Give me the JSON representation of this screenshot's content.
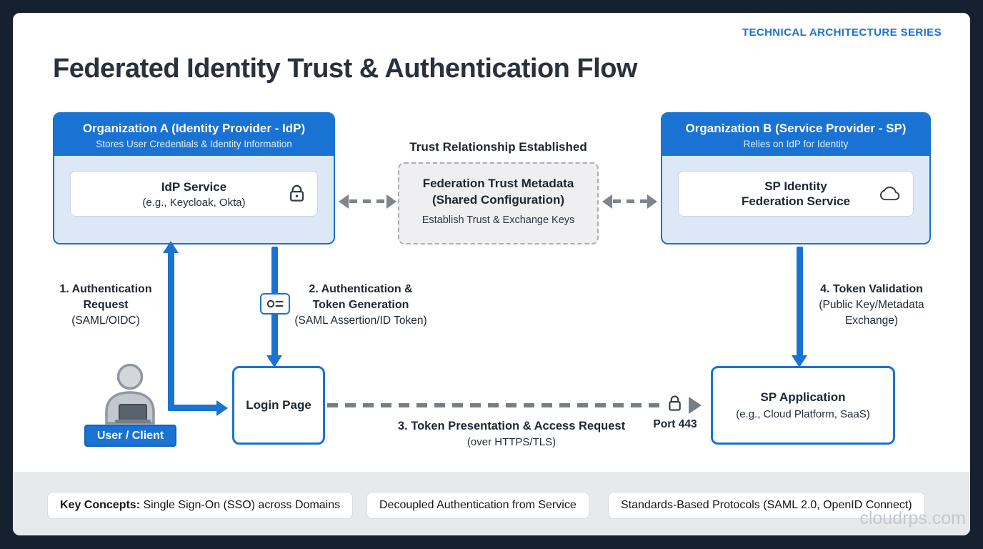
{
  "colors": {
    "accent_blue": "#1a72d2",
    "frame_dark": "#15212e",
    "connector_gray": "#7d858e",
    "org_body_blue": "#dce8f6",
    "footer_gray": "#e7e9eb"
  },
  "header": {
    "series_label": "TECHNICAL ARCHITECTURE SERIES",
    "title": "Federated Identity Trust & Authentication Flow"
  },
  "org_a": {
    "title": "Organization A (Identity Provider - IdP)",
    "subtitle": "Stores User Credentials & Identity Information",
    "service_name": "IdP Service",
    "service_detail": "(e.g., Keycloak, Okta)",
    "icon": "lock-icon"
  },
  "trust": {
    "heading": "Trust Relationship Established",
    "title_line1": "Federation Trust Metadata",
    "title_line2": "(Shared Configuration)",
    "subtitle": "Establish Trust & Exchange Keys"
  },
  "org_b": {
    "title": "Organization B (Service Provider - SP)",
    "subtitle": "Relies on IdP for Identity",
    "service_line1": "SP Identity",
    "service_line2": "Federation Service",
    "icon": "cloud-icon"
  },
  "steps": {
    "s1_line1": "1. Authentication",
    "s1_line2": "Request",
    "s1_line3": "(SAML/OIDC)",
    "s2_line1": "2. Authentication &",
    "s2_line2": "Token Generation",
    "s2_line3": "(SAML Assertion/ID Token)",
    "s3_line1": "3. Token Presentation & Access Request",
    "s3_line2": "(over HTTPS/TLS)",
    "s3_port": "Port 443",
    "s4_line1": "4. Token Validation",
    "s4_line2": "(Public Key/Metadata",
    "s4_line3": "Exchange)"
  },
  "nodes": {
    "user_label": "User / Client",
    "login_label": "Login Page",
    "sp_app_name": "SP Application",
    "sp_app_detail": "(e.g., Cloud Platform, SaaS)"
  },
  "footer": {
    "concepts": [
      {
        "bold": "Key Concepts:",
        "rest": " Single Sign-On (SSO) across Domains"
      },
      {
        "bold": "",
        "rest": "Decoupled Authentication from Service"
      },
      {
        "bold": "",
        "rest": "Standards-Based Protocols (SAML 2.0, OpenID Connect)"
      }
    ],
    "watermark": "cloudrps.com"
  }
}
